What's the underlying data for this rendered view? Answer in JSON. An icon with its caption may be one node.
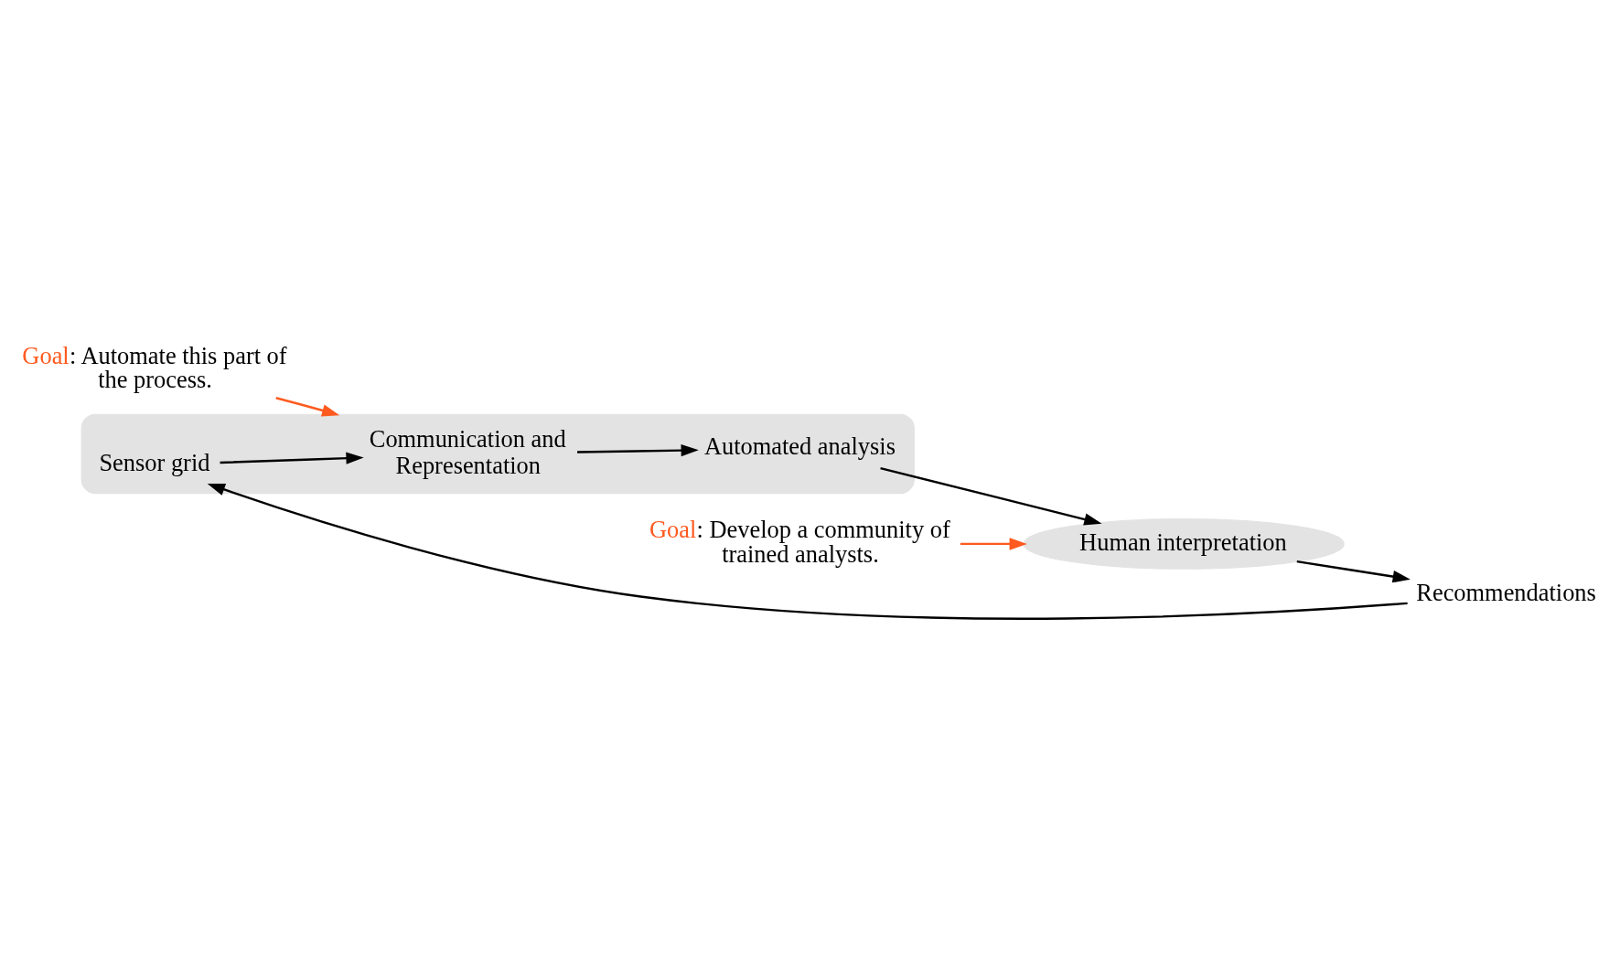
{
  "diagram": {
    "nodes": [
      {
        "text": [],
        "shape": "cloud"
      },
      {
        "text": [
          "Sensor grid"
        ],
        "in": 0
      },
      {
        "text": [
          "Communication and Representation"
        ],
        "in": 0
      },
      {
        "text": [
          "Automated analysis"
        ],
        "in": 0
      },
      {
        "text": [
          "Human interpretation"
        ]
      },
      {
        "text": [
          "Recommendations"
        ]
      },
      {
        "text": [
          "Goal: Automate this part of the process."
        ]
      },
      {
        "text": [
          "Goal: Develop a community of trained analysts."
        ]
      }
    ],
    "edges": [
      {
        "from": 5,
        "to": 1,
        "arrow": "to"
      },
      {
        "from": 1,
        "to": 2,
        "arrow": "to"
      },
      {
        "from": 2,
        "to": 3,
        "arrow": "to"
      },
      {
        "from": 3,
        "to": 4,
        "arrow": "to"
      },
      {
        "from": 4,
        "to": 5,
        "arrow": "to"
      },
      {
        "from": 6,
        "to": 0,
        "arrow": "to",
        "color": "#ff5a1f"
      },
      {
        "from": 7,
        "to": 4,
        "arrow": "to",
        "color": "#ff5a1f"
      }
    ]
  }
}
